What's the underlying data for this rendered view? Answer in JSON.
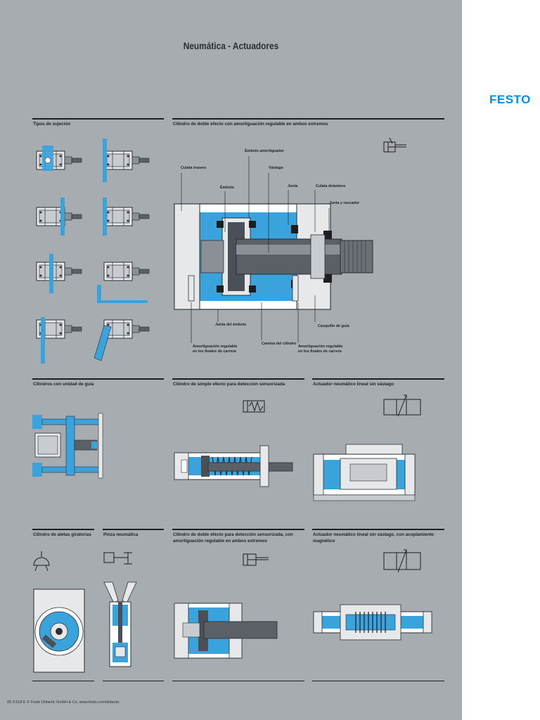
{
  "brand": {
    "logo": "FESTO"
  },
  "poster": {
    "title": "Neumática - Actuadores",
    "footer": "05.3.618 E   © Festo Didactic GmbH & Co.   www.festo.com/didactic"
  },
  "sections": {
    "mounting": "Tipos de sujeción",
    "double_acting": "Cilindro de doble efecto con amortiguación regulable en ambos extremos",
    "guided": "Cilindros con unidad de guía",
    "single_acting": "Cilindro de simple efecto para detección sensorizada",
    "rodless": "Actuador neumático lineal sin vástago",
    "rotary": "Cilindro de aletas giratorias",
    "gripper": "Pinza neumática",
    "double_sensor": "Cilindro de doble efecto para detección sensorizada, con amortiguación regulable en ambos extremos",
    "rodless_magnetic": "Actuador neumático lineal sin vástago, con acoplamiento magnético"
  },
  "labels": {
    "culata_trasera": "Culata trasera",
    "embolo_amortiguador": "Émbolo amortiguador",
    "vastago": "Vástago",
    "embolo": "Émbolo",
    "junta": "Junta",
    "culata_delantera": "Culata delantera",
    "junta_rascador": "Junta y rascador",
    "junta_embolo": "Junta del émbolo",
    "camisa": "Camisa del cilindro",
    "casquillo": "Casquillo de guía",
    "amort_1a": "Amortiguación  regulable",
    "amort_1b": "en los finales de carrera",
    "amort_2a": "Amortiguación regulable",
    "amort_2b": "en los finales de carrera"
  },
  "colors": {
    "background": "#a6acb0",
    "accent_blue": "#3aa3dc",
    "brand_blue": "#0091dc",
    "steel_dark": "#4a5056",
    "steel_mid": "#8a9096",
    "white": "#ffffff",
    "rule": "#1c1e20"
  }
}
